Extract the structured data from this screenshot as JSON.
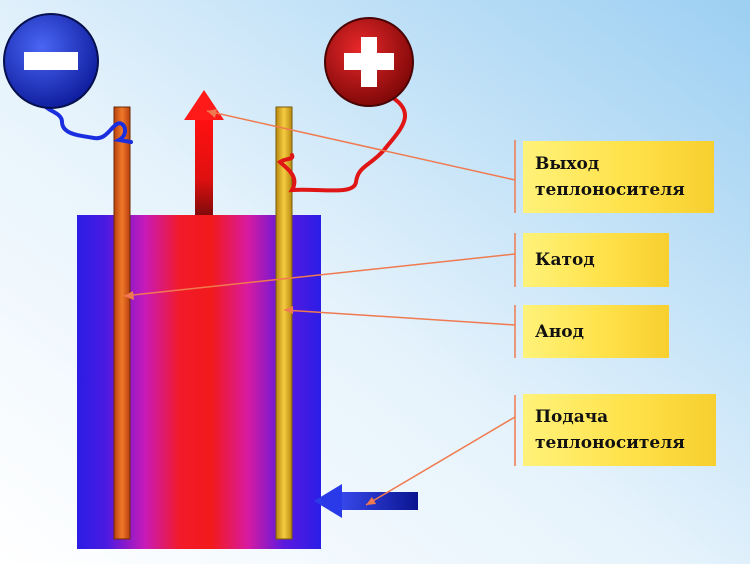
{
  "labels": {
    "outlet": "Выход\nтеплоносителя",
    "cathode": "Катод",
    "anode": "Анод",
    "inlet": "Подача\nтеплоносителя"
  },
  "terminals": {
    "negative": "minus-sign-icon",
    "positive": "plus-sign-icon"
  },
  "colors": {
    "tank_blue": "#2b1de6",
    "core_red": "#f21a1a",
    "cathode_orange": "#e4601a",
    "anode_gold": "#e7b520",
    "pointer_line": "#f07a50",
    "negative_wire": "#1a2ee0",
    "positive_wire": "#e01515"
  }
}
